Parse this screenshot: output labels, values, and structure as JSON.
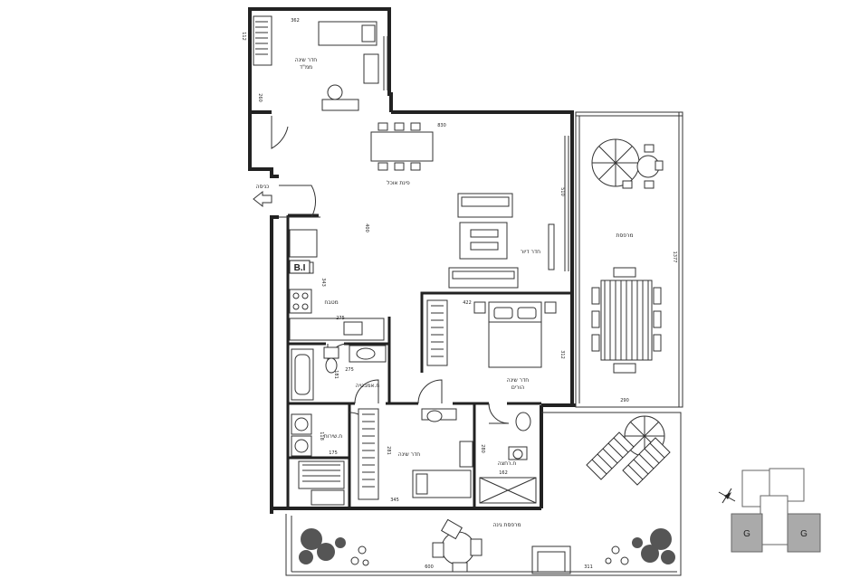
{
  "rooms": {
    "master_bedroom": [
      "חדר שינה",
      "הורים"
    ],
    "safe_room": [
      "חדר שינה",
      "ממ\"ד"
    ],
    "dining": "פינת אוכל",
    "living": "חדר דיור",
    "kitchen": "מטבח",
    "bedroom": "חדר שינה",
    "general_bath": "ח.אמבטיה",
    "shower": "ח.רחצה",
    "laundry": "ח.שירות",
    "balcony_terrace": "מרפסת",
    "garden_terrace": "מרפסת גינה",
    "entrance": "כניסה",
    "bi": "B.I"
  },
  "dimensions": {
    "d362": "362",
    "d830": "830",
    "d510": "510",
    "d400": "400",
    "d343": "343",
    "d275a": "275",
    "d275b": "275",
    "d422": "422",
    "d312": "312",
    "d181": "181",
    "d118": "118",
    "d175": "175",
    "d281": "281",
    "d345": "345",
    "d280": "280",
    "d162": "162",
    "d1377": "1377",
    "d290": "290",
    "d600": "600",
    "d311": "311",
    "d112": "112",
    "d260": "260"
  },
  "key_plan": {
    "left_unit": "G",
    "right_unit": "G"
  },
  "colors": {
    "wall": "#222222",
    "key_fill": "#aaaaaa"
  }
}
